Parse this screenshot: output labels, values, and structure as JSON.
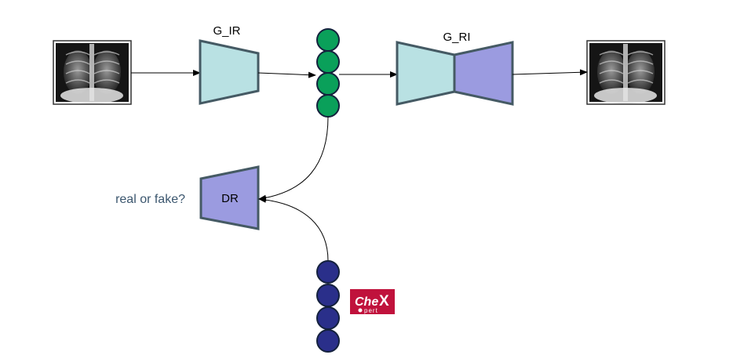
{
  "labels": {
    "g_ir": "G_IR",
    "g_ri": "G_RI",
    "dr": "DR",
    "real_or_fake": "real or fake?",
    "chexpert_logo_text": "CheXpert"
  },
  "colors": {
    "trapezoid_teal": "#b9e1e3",
    "trapezoid_purple": "#9b9be0",
    "stroke_dark": "#455a64",
    "latent_green": "#0aa05a",
    "latent_navy": "#2a2f8a",
    "question_text": "#3b566e",
    "chexpert_red": "#c0123c"
  },
  "icons": {
    "input_xray": "chest-xray-image",
    "output_xray": "chest-xray-image"
  }
}
